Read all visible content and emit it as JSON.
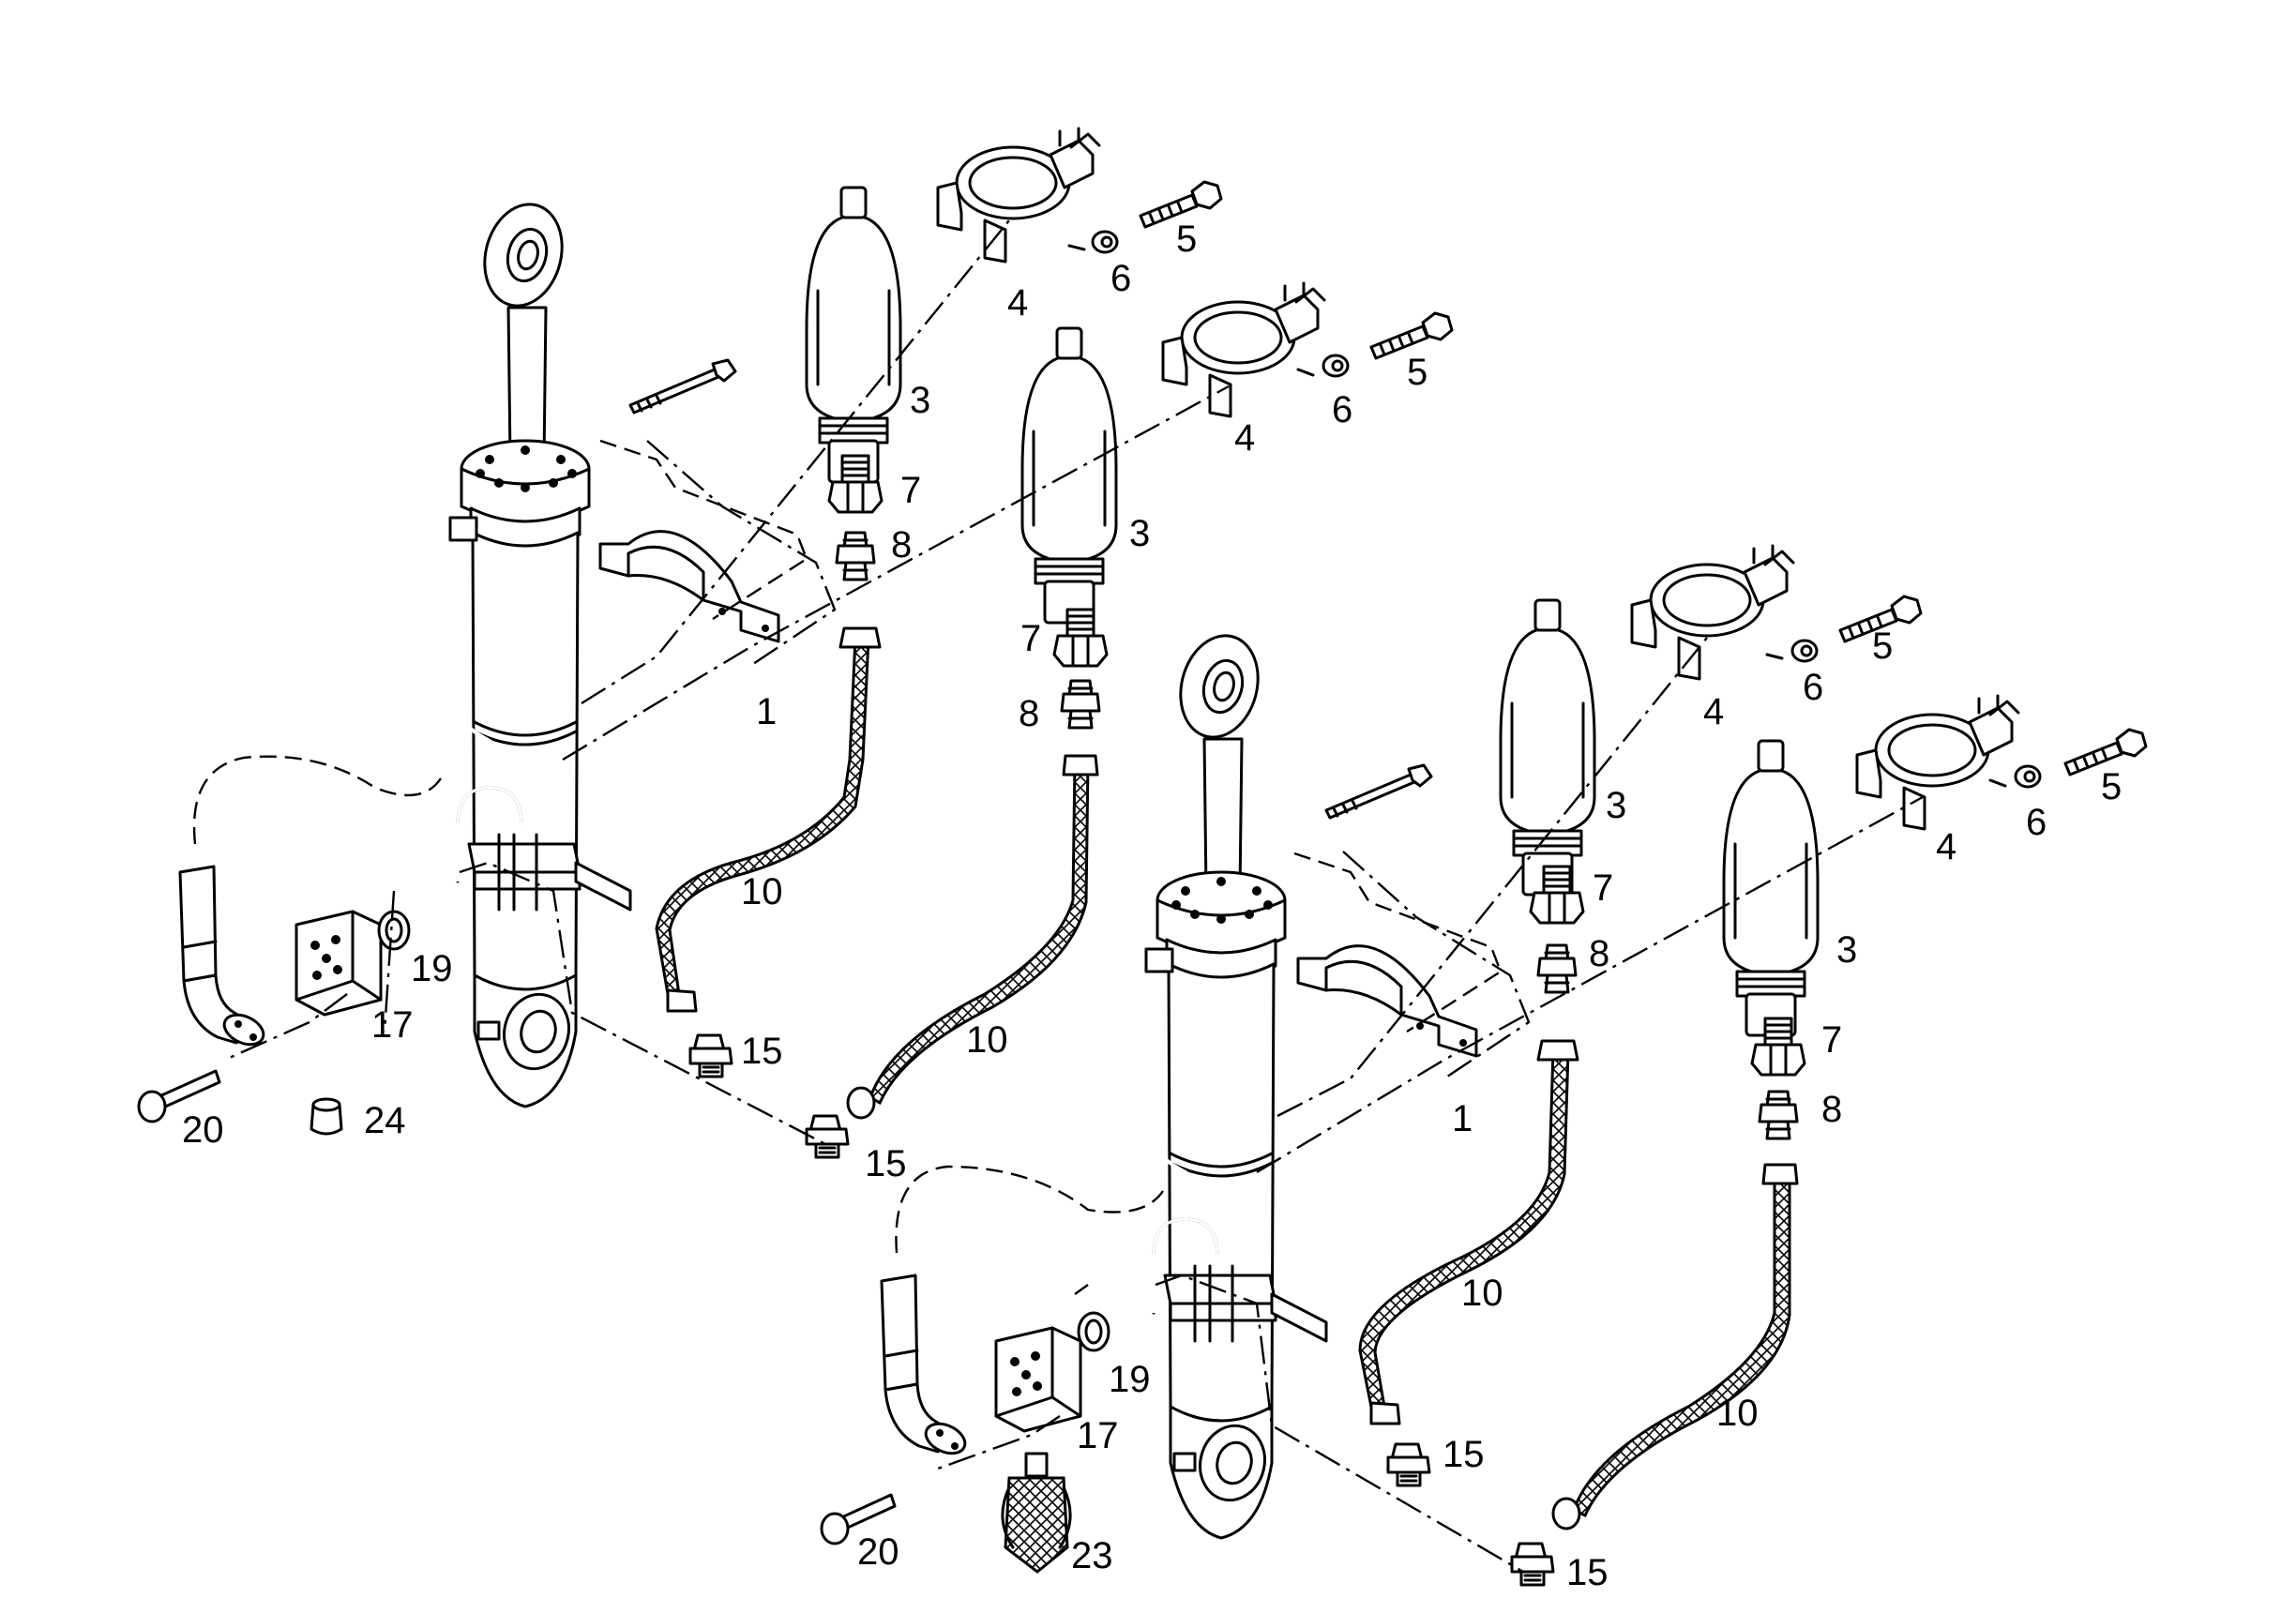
{
  "labels": [
    {
      "id": "a-5",
      "text": "5"
    },
    {
      "id": "a-6",
      "text": "6"
    },
    {
      "id": "a-4",
      "text": "4"
    },
    {
      "id": "a-3",
      "text": "3"
    },
    {
      "id": "a-7",
      "text": "7"
    },
    {
      "id": "a-8",
      "text": "8"
    },
    {
      "id": "a-1",
      "text": "1"
    },
    {
      "id": "a-10",
      "text": "10"
    },
    {
      "id": "a-15",
      "text": "15"
    },
    {
      "id": "a-19",
      "text": "19"
    },
    {
      "id": "a-17",
      "text": "17"
    },
    {
      "id": "a-20",
      "text": "20"
    },
    {
      "id": "a-24",
      "text": "24"
    },
    {
      "id": "b-5",
      "text": "5"
    },
    {
      "id": "b-6",
      "text": "6"
    },
    {
      "id": "b-4",
      "text": "4"
    },
    {
      "id": "b-3",
      "text": "3"
    },
    {
      "id": "b-10",
      "text": "10"
    },
    {
      "id": "b-15",
      "text": "15"
    },
    {
      "id": "c-5",
      "text": "5"
    },
    {
      "id": "c-6",
      "text": "6"
    },
    {
      "id": "c-4",
      "text": "4"
    },
    {
      "id": "c-3",
      "text": "3"
    },
    {
      "id": "c-7",
      "text": "7"
    },
    {
      "id": "c-8",
      "text": "8"
    },
    {
      "id": "c-1",
      "text": "1"
    },
    {
      "id": "c-10",
      "text": "10"
    },
    {
      "id": "c-15",
      "text": "15"
    },
    {
      "id": "c-19",
      "text": "19"
    },
    {
      "id": "c-17",
      "text": "17"
    },
    {
      "id": "c-20",
      "text": "20"
    },
    {
      "id": "c-23",
      "text": "23"
    },
    {
      "id": "d-5",
      "text": "5"
    },
    {
      "id": "d-6",
      "text": "6"
    },
    {
      "id": "d-4",
      "text": "4"
    },
    {
      "id": "d-3",
      "text": "3"
    },
    {
      "id": "d-7",
      "text": "7"
    },
    {
      "id": "d-8",
      "text": "8"
    },
    {
      "id": "d-10",
      "text": "10"
    },
    {
      "id": "d-15",
      "text": "15"
    }
  ]
}
